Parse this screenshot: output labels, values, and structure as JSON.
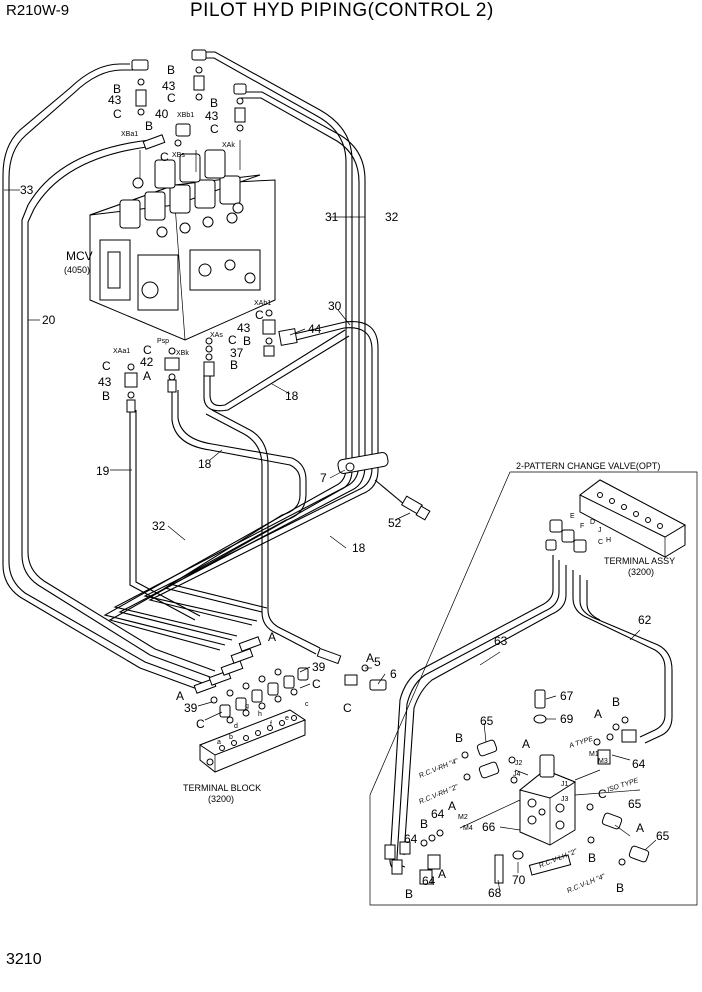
{
  "header": {
    "model": "R210W-9",
    "title": "PILOT HYD PIPING(CONTROL 2)",
    "page_number": "3210"
  },
  "components": {
    "mcv": {
      "name": "MCV",
      "part": "(4050)"
    },
    "terminal_block": {
      "name": "TERMINAL BLOCK",
      "part": "(3200)"
    },
    "terminal_assy": {
      "name": "TERMINAL ASSY",
      "part": "(3200)"
    },
    "pattern_valve": {
      "title": "2-PATTERN CHANGE VALVE(OPT)"
    }
  },
  "callouts": {
    "n33": "33",
    "n20": "20",
    "n19": "19",
    "n18a": "18",
    "n18b": "18",
    "n18c": "18",
    "n31": "31",
    "n32a": "32",
    "n32b": "32",
    "n30": "30",
    "n44": "44",
    "n40": "40",
    "n42": "42",
    "n37": "37",
    "n7": "7",
    "n52": "52",
    "n5": "5",
    "n6": "6",
    "n39a": "39",
    "n39b": "39",
    "n43a": "43",
    "n43b": "43",
    "n43c": "43",
    "n43d": "43",
    "n43e": "43",
    "n62": "62",
    "n63": "63",
    "n67": "67",
    "n69": "69",
    "n66": "66",
    "n68": "68",
    "n70": "70",
    "n65a": "65",
    "n65b": "65",
    "n65c": "65",
    "n64a": "64",
    "n64b": "64",
    "n64c": "64",
    "n64d": "64"
  },
  "letters": {
    "A": "A",
    "B": "B",
    "C": "C",
    "D": "D",
    "E": "E",
    "F": "F",
    "H": "H",
    "J": "J"
  },
  "ports": {
    "xba1": "XBa1",
    "xbb1": "XBb1",
    "xbs": "XBs",
    "xak": "XAk",
    "xab1": "XAb1",
    "xas": "XAs",
    "xbk": "XBk",
    "psp": "Psp",
    "xaa1": "XAa1",
    "j1": "J1",
    "j2": "J2",
    "j3": "J3",
    "j4": "J4",
    "m1": "M1",
    "m2": "M2",
    "m3": "M3",
    "m4": "M4",
    "a_type": "A TYPE",
    "iso_type": "ISO TYPE",
    "rcv_rh4": "R.C.V-RH \"4\"",
    "rcv_rh2": "R.C.V-RH \"2\"",
    "rcv_lh2": "R.C.V-LH \"2\"",
    "rcv_lh4": "R.C.V-LH \"4\"",
    "tb_a": "a",
    "tb_b": "b",
    "tb_c": "c",
    "tb_d": "d",
    "tb_e": "e",
    "tb_f": "f",
    "tb_g": "g",
    "tb_h": "h"
  }
}
